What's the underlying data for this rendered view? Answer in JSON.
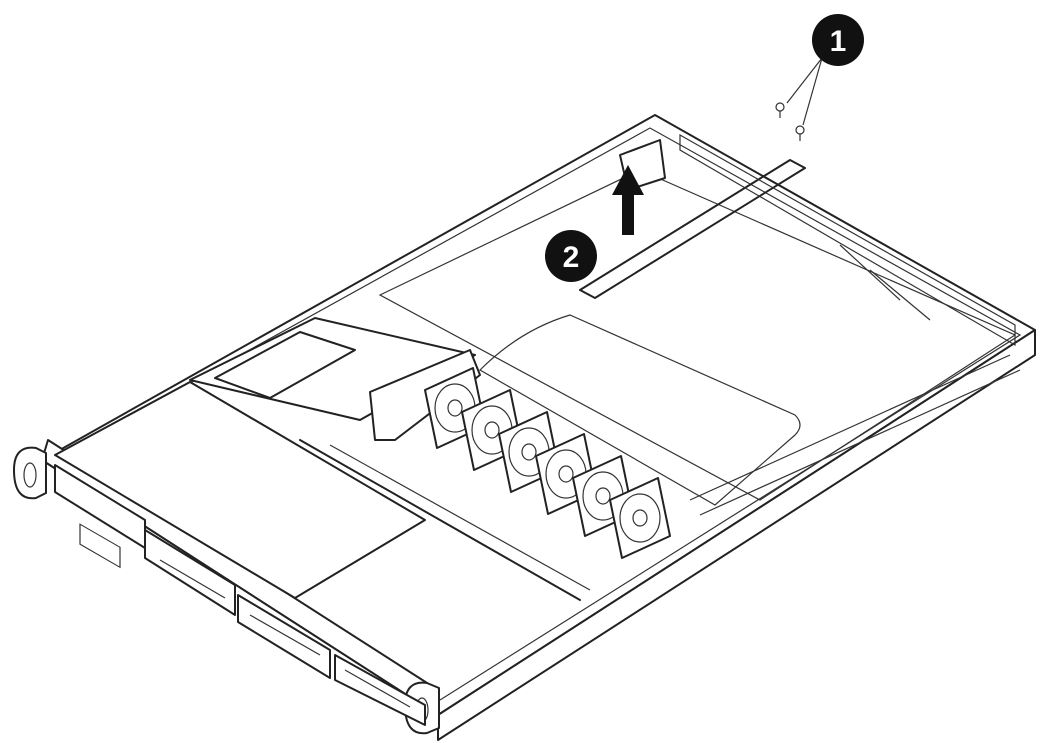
{
  "callouts": [
    {
      "id": "step-1",
      "label": "1"
    },
    {
      "id": "step-2",
      "label": "2"
    }
  ],
  "colors": {
    "line": "#222222",
    "callout_fill": "#111111",
    "callout_text": "#ffffff",
    "background": "#ffffff"
  }
}
